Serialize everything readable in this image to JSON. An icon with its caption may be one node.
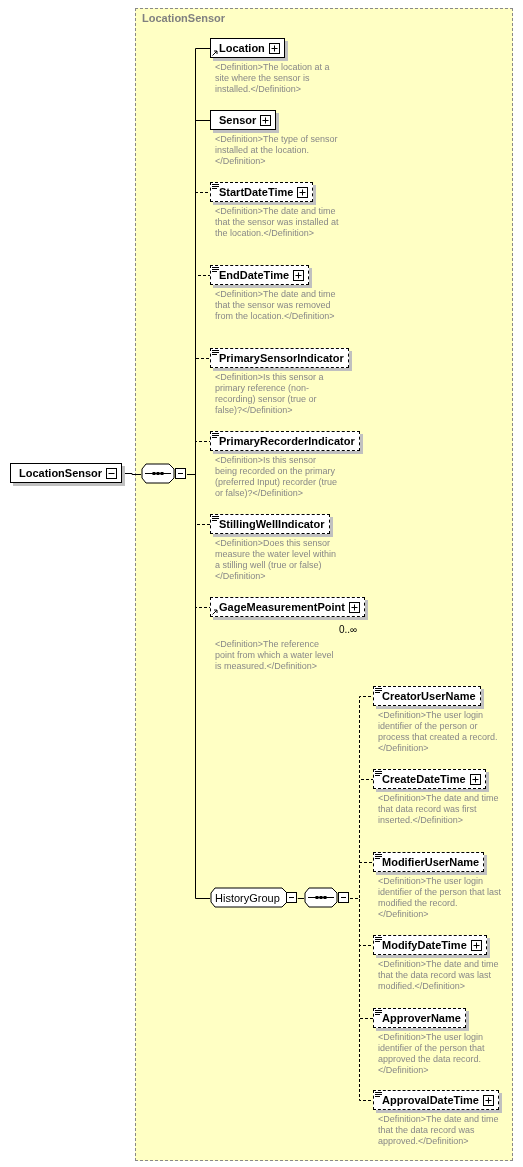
{
  "diagram": {
    "nodes": [
      {
        "text": [
          "LocationSensor"
        ]
      },
      {
        "text": [
          "LocationSensor"
        ]
      },
      {
        "text": [],
        "shape": "octagon",
        "in": 1
      },
      {
        "text": [
          "Location"
        ],
        "in": 1,
        "beside": [
          "<Definition>The location at a site where the sensor is installed.</Definition>"
        ]
      },
      {
        "text": [
          "Sensor"
        ],
        "in": 1,
        "beside": [
          "<Definition>The type of sensor installed at the location.</Definition>"
        ]
      },
      {
        "text": [
          "StartDateTime"
        ],
        "in": 1,
        "beside": [
          "<Definition>The date and time that the sensor was installed at the location.</Definition>"
        ]
      },
      {
        "text": [
          "EndDateTime"
        ],
        "in": 1,
        "beside": [
          "<Definition>The date and time that the sensor was removed from the location.</Definition>"
        ]
      },
      {
        "text": [
          "PrimarySensorIndicator"
        ],
        "in": 1,
        "beside": [
          "<Definition>Is this sensor a primary reference (non-recording) sensor (true or false)?</Definition>"
        ]
      },
      {
        "text": [
          "PrimaryRecorderIndicator"
        ],
        "in": 1,
        "beside": [
          "<Definition>Is this sensor being recorded on the primary (preferred Input) recorder (true or false)?</Definition>"
        ]
      },
      {
        "text": [
          "StillingWellIndicator"
        ],
        "in": 1,
        "beside": [
          "<Definition>Does this sensor measure the water level within a stilling well (true or false)</Definition>"
        ]
      },
      {
        "text": [
          "GageMeasurementPoint"
        ],
        "in": 1,
        "beside": [
          "0..∞",
          "<Definition>The reference point from which a water level is measured.</Definition>"
        ]
      },
      {
        "text": [
          "HistoryGroup"
        ],
        "in": 1
      },
      {
        "text": [],
        "shape": "octagon",
        "in": 1
      },
      {
        "text": [
          "CreatorUserName"
        ],
        "in": 1,
        "beside": [
          "<Definition>The user login identifier of the person or process that created a record.</Definition>"
        ]
      },
      {
        "text": [
          "CreateDateTime"
        ],
        "in": 1,
        "beside": [
          "<Definition>The date and time that data record was first inserted.</Definition>"
        ]
      },
      {
        "text": [
          "ModifierUserName"
        ],
        "in": 1,
        "beside": [
          "<Definition>The user login identifier of the person that last modified the record.</Definition>"
        ]
      },
      {
        "text": [
          "ModifyDateTime"
        ],
        "in": 1,
        "beside": [
          "<Definition>The date and time that the data record was last modified.</Definition>"
        ]
      },
      {
        "text": [
          "ApproverName"
        ],
        "in": 1,
        "beside": [
          "<Definition>The user login identifier of the person that approved the data record.</Definition>"
        ]
      },
      {
        "text": [
          "ApprovalDateTime"
        ],
        "in": 1,
        "beside": [
          "<Definition>The date and time that the data record was approved.</Definition>"
        ]
      }
    ],
    "edges": [
      {
        "from": 0,
        "to": 2,
        "arrow": "none"
      },
      {
        "from": 2,
        "to": 3,
        "arrow": "none"
      },
      {
        "from": 2,
        "to": 4,
        "arrow": "none"
      },
      {
        "from": 2,
        "to": 5,
        "arrow": "none",
        "style": "dashed"
      },
      {
        "from": 2,
        "to": 6,
        "arrow": "none",
        "style": "dashed"
      },
      {
        "from": 2,
        "to": 7,
        "arrow": "none",
        "style": "dashed"
      },
      {
        "from": 2,
        "to": 8,
        "arrow": "none",
        "style": "dashed"
      },
      {
        "from": 2,
        "to": 9,
        "arrow": "none",
        "style": "dashed"
      },
      {
        "from": 2,
        "to": 10,
        "arrow": "none",
        "style": "dashed"
      },
      {
        "from": 2,
        "to": 11,
        "arrow": "none"
      },
      {
        "from": 11,
        "to": 12,
        "arrow": "none"
      },
      {
        "from": 12,
        "to": 13,
        "arrow": "none",
        "style": "dashed"
      },
      {
        "from": 12,
        "to": 14,
        "arrow": "none",
        "style": "dashed"
      },
      {
        "from": 12,
        "to": 15,
        "arrow": "none",
        "style": "dashed"
      },
      {
        "from": 12,
        "to": 16,
        "arrow": "none",
        "style": "dashed"
      },
      {
        "from": 12,
        "to": 17,
        "arrow": "none",
        "style": "dashed"
      },
      {
        "from": 12,
        "to": 18,
        "arrow": "none",
        "style": "dashed"
      }
    ]
  }
}
